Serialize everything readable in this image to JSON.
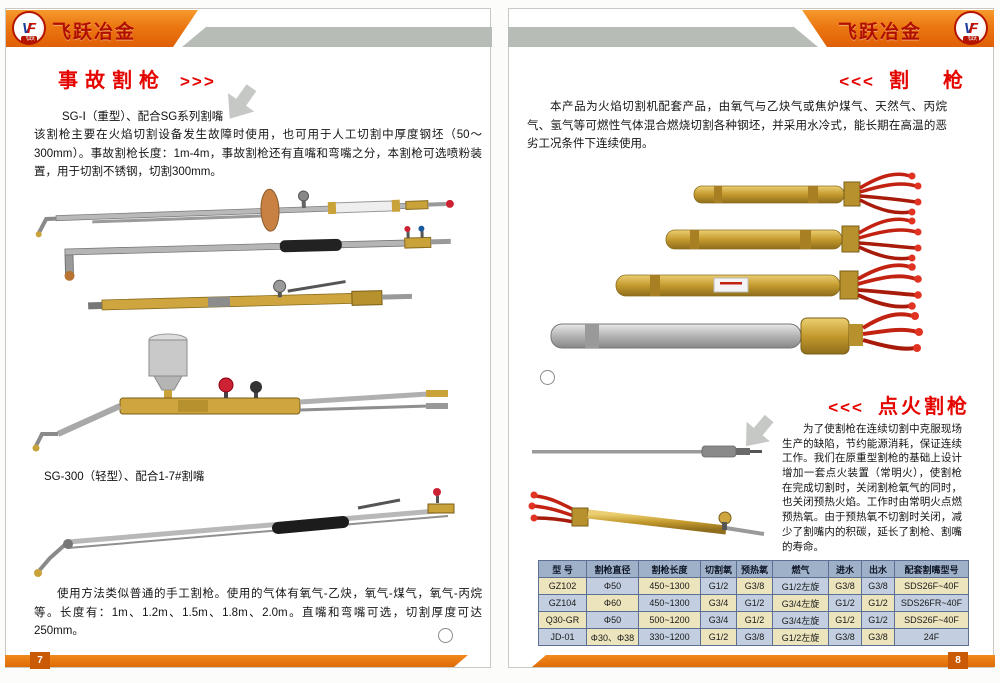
{
  "colors": {
    "header_orange": "#ec7712",
    "title_red": "#e50500",
    "gray_bar": "#b8bcb7",
    "table_header_blue": "#9fb0c9",
    "table_cell_cream": "#ece4bd",
    "table_cell_blue": "#c3cfe0"
  },
  "header": {
    "brand": "飞跃冶金",
    "logo_v": "V",
    "logo_f": "F",
    "logo_caption": "飞跃"
  },
  "left_page": {
    "page_number": "7",
    "title": "事故割枪",
    "title_arrows": ">>>",
    "model1_label": "SG-Ⅰ（重型）、配合SG系列割嘴",
    "intro": "该割枪主要在火焰切割设备发生故障时使用，也可用于人工切割中厚度钢坯（50～300mm）。事故割枪长度：1m-4m，事故割枪还有直嘴和弯嘴之分，本割枪可选喷粉装置，用于切割不锈钢，切割300mm。",
    "model2_label": "SG-300（轻型）、配合1-7#割嘴",
    "usage": "使用方法类似普通的手工割枪。使用的气体有氧气-乙炔，氧气-煤气，氧气-丙烷等。长度有：1m、1.2m、1.5m、1.8m、2.0m。直嘴和弯嘴可选，切割厚度可达250mm。"
  },
  "right_page": {
    "page_number": "8",
    "title1_arrows": "<<<",
    "title1": "割　枪",
    "intro1": "本产品为火焰切割机配套产品，由氧气与乙炔气或焦炉煤气、天然气、丙烷气、氢气等可燃性气体混合燃烧切割各种钢坯，并采用水冷式，能长期在高温的恶劣工况条件下连续使用。",
    "title2_arrows": "<<<",
    "title2": "点火割枪",
    "intro2": "为了使割枪在连续切割中克服现场生产的缺陷，节约能源消耗，保证连续工作。我们在原重型割枪的基础上设计增加一套点火装置（常明火），使割枪在完成切割时，关闭割枪氧气的同时，也关闭预热火焰。工作时由常明火点燃预热氧。由于预热氧不切割时关闭，减少了割嘴内的积碳，延长了割枪、割嘴的寿命。",
    "table": {
      "headers": [
        "型 号",
        "割枪直径",
        "割枪长度",
        "切割氧",
        "预热氧",
        "燃气",
        "进水",
        "出水",
        "配套割嘴型号"
      ],
      "rows": [
        [
          "GZ102",
          "Φ50",
          "450~1300",
          "G1/2",
          "G3/8",
          "G1/2左旋",
          "G3/8",
          "G3/8",
          "SDS26F~40F"
        ],
        [
          "GZ104",
          "Φ60",
          "450~1300",
          "G3/4",
          "G1/2",
          "G3/4左旋",
          "G1/2",
          "G1/2",
          "SDS26FR~40F"
        ],
        [
          "Q30-GR",
          "Φ50",
          "500~1200",
          "G3/4",
          "G1/2",
          "G3/4左旋",
          "G1/2",
          "G1/2",
          "SDS26F~40F"
        ],
        [
          "JD-01",
          "Φ30、Φ38",
          "330~1200",
          "G1/2",
          "G3/8",
          "G1/2左旋",
          "G3/8",
          "G3/8",
          "24F"
        ]
      ]
    }
  }
}
